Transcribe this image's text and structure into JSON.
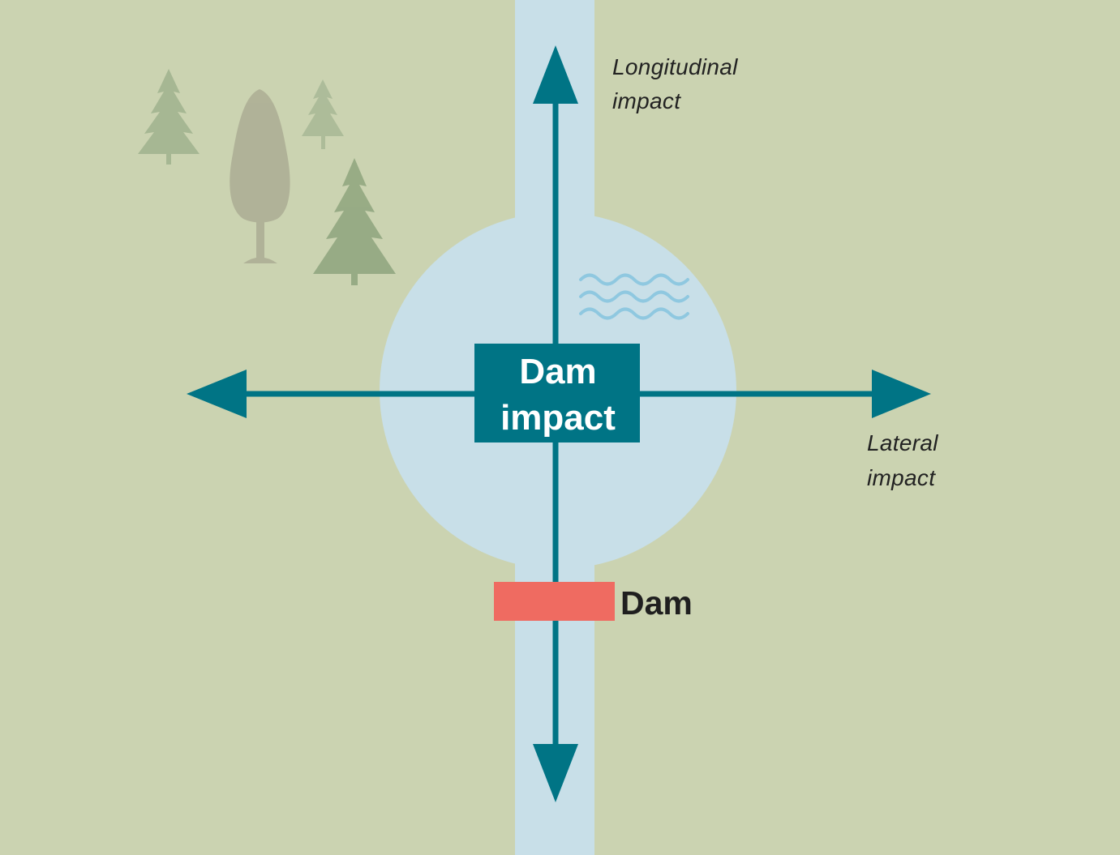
{
  "diagram": {
    "center_box": {
      "line1": "Dam",
      "line2": "impact"
    },
    "longitudinal_label": {
      "line1": "Longitudinal",
      "line2": "impact"
    },
    "lateral_label": {
      "line1": "Lateral",
      "line2": "impact"
    },
    "dam_label": "Dam",
    "icons": [
      "fir-tree-icon",
      "birch-tree-icon",
      "water-waves-icon"
    ]
  },
  "colors": {
    "background": "#cbd3b1",
    "water": "#c8dfe8",
    "arrow": "#007485",
    "center_box": "#007485",
    "dam": "#ef6b61",
    "waves": "#8fc8e0",
    "trees": "#9aae8a"
  }
}
